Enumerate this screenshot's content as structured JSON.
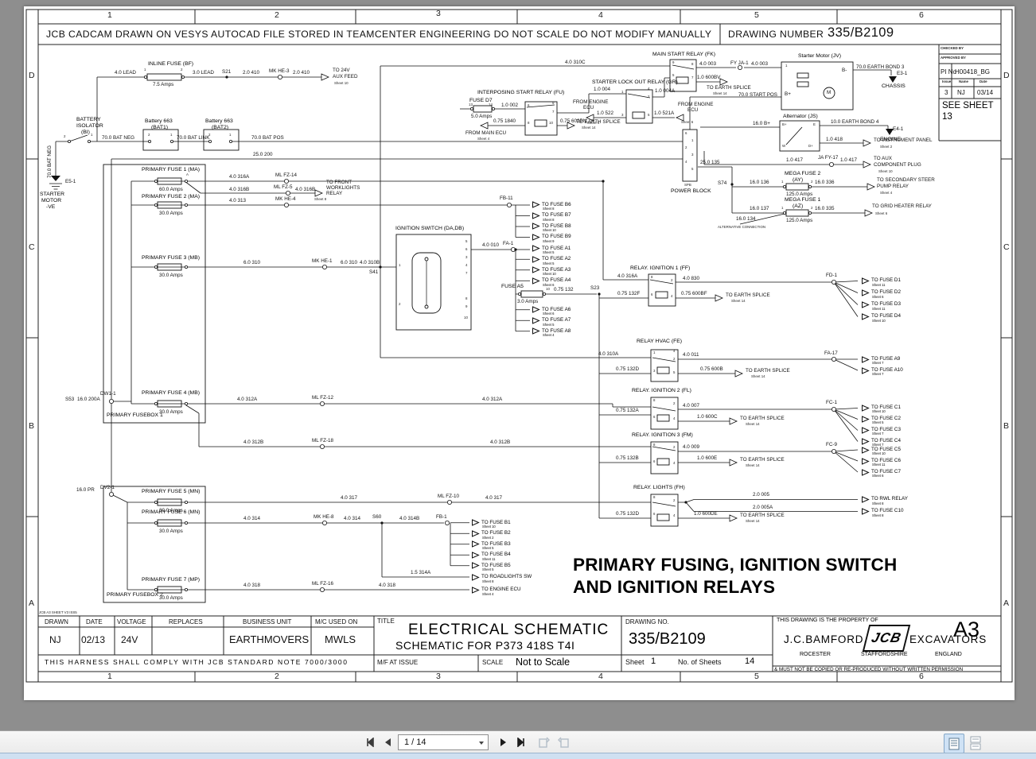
{
  "viewer": {
    "page_indicator": "1 / 14",
    "icons": {
      "first_page": "first-page-icon",
      "prev_page": "previous-page-icon",
      "next_page": "next-page-icon",
      "last_page": "last-page-icon",
      "rotate_left": "rotate-counterclockwise-icon",
      "rotate_right": "rotate-clockwise-icon",
      "single_page_view": "single-page-view-icon",
      "two_page_view": "two-page-view-icon",
      "dropdown": "page-dropdown-caret-icon"
    }
  },
  "frame": {
    "cols": [
      "1",
      "2",
      "3",
      "4",
      "5",
      "6"
    ],
    "rows": [
      "D",
      "C",
      "B",
      "A"
    ],
    "top_note": "JCB CADCAM DRAWN ON VESYS   AUTOCAD FILE STORED IN TEAMCENTER ENGINEERING DO NOT SCALE   DO NOT MODIFY MANUALLY",
    "drawing_number_label": "DRAWING NUMBER",
    "drawing_number": "335/B2109",
    "corner": {
      "checked": "CHECKED BY",
      "approved": "APPROVED BY",
      "pi_label": "PI No",
      "pi": "H00418_BG",
      "issue_label": "Issue",
      "name_label": "Name",
      "date_label": "Date",
      "issue": "3",
      "name": "NJ",
      "date": "03/14",
      "see_sheet": "SEE SHEET",
      "see_sheet_no": "13"
    }
  },
  "tblock": {
    "note": "JCB A3 SHEET V3 ISS5",
    "drawn_label": "DRAWN",
    "drawn": "NJ",
    "date_label": "DATE",
    "date": "02/13",
    "voltage_label": "VOLTAGE",
    "voltage": "24V",
    "replaces_label": "REPLACES",
    "bu_label": "BUSINESS UNIT",
    "bu": "EARTHMOVERS",
    "mc_label": "M/C USED ON",
    "mc": "MWLS",
    "title_label": "TITLE",
    "title1": "ELECTRICAL SCHEMATIC",
    "title2": "SCHEMATIC FOR P373 418S T4I",
    "dno_label": "DRAWING NO.",
    "dno": "335/B2109",
    "mf_label": "M/F AT ISSUE",
    "scale_label": "SCALE",
    "scale": "Not to Scale",
    "sheet_label": "Sheet",
    "sheet": "1",
    "nos_label": "No. of Sheets",
    "nos": "14",
    "comply": "THIS HARNESS SHALL COMPLY WITH JCB STANDARD NOTE 7000/3000",
    "property": "THIS DRAWING IS THE PROPERTY OF",
    "company": "J.C.BAMFORD.",
    "logo": "JCB",
    "company2": "EXCAVATORS",
    "size": "A3",
    "addr1": "ROCESTER",
    "addr2": "STAFFORDSHIRE",
    "addr3": "ENGLAND",
    "copyright": "& MUST NOT BE COPIED OR RE-PRODUCED WITHOUT WRITTEN PERMISSION"
  },
  "sch": {
    "title1": "PRIMARY FUSING, IGNITION SWITCH",
    "title2": "AND IGNITION RELAYS",
    "earth": {
      "to": "TO EARTH SPLICE",
      "sheet": "Sheet 14"
    },
    "aux": {
      "fuse_label": "INLINE FUSE (BF)",
      "amps": "7.5 Amps",
      "w1": "4.0 LEAD",
      "p1": "1",
      "p2": "2",
      "w2": "3.0 LEAD",
      "s21": "S21",
      "w3": "2.0 410",
      "mk": "MK HE-3",
      "w4": "2.0 410",
      "to1": "TO 24V",
      "to2": "AUX FEED",
      "sheet": "Sheet 10"
    },
    "bat": {
      "iso1": "BATTERY",
      "iso2": "ISOLATOR",
      "iso3": "(BI)",
      "p2": "2",
      "p1": "1",
      "b1a": "Battery 663",
      "b1b": "(BAT1)",
      "b2a": "Battery 663",
      "b2b": "(BAT2)",
      "neg": "70.0 BAT NEG",
      "link": "70.0 BAT LINK",
      "pos": "70.0 BAT POS",
      "w200": "25.0 200",
      "negv": "70.0 BAT NEG",
      "e5": "E5-1",
      "sm1": "STARTER",
      "sm2": "MOTOR",
      "sm3": "-VE"
    },
    "fu": {
      "label": "INTERPOSING START RELAY (FU)",
      "fuse": "FUSE D7",
      "p13": "13",
      "p14": "14",
      "amps": "5.0 Amps",
      "w1": "1.0 002",
      "w2": "0.75 1840",
      "from": "FROM MAIN ECU",
      "sheet": "Sheet 4",
      "w3": "0.75 602PN",
      "pins": [
        "6",
        "9",
        "7",
        "8",
        "10"
      ]
    },
    "gr": {
      "label": "STARTER LOCK OUT RELAY (GR)",
      "w1": "1.0 004",
      "w2": "1.0 004A",
      "from1": "FROM ENGINE",
      "ecu": "ECU",
      "w3": "1.0 522",
      "sheet4": "Sheet 4",
      "w4": "1.0 521A",
      "from2": "FROM ENGINE",
      "ecu2": "ECU",
      "sheet6": "Sheet 6",
      "pins": [
        "1",
        "4",
        "2",
        "3",
        "5"
      ]
    },
    "fk": {
      "label": "MAIN START RELAY (FK)",
      "w310c": "4.0 310C",
      "w1": "4.0 003",
      "fy": "FY JA-1",
      "w2": "4.0 003",
      "w3": "1.0 600BV",
      "pins": [
        "9",
        "8",
        "5",
        "7"
      ]
    },
    "jv": {
      "label": "Starter Motor (JV)",
      "p1": "1",
      "bm": "B-",
      "bp": "B+",
      "m": "M",
      "bond": "70.0 EARTH BOND 3",
      "e3": "E3-1",
      "chassis": "CHASSIS",
      "startpos": "70.0 START POS"
    },
    "js": {
      "label": "Alternator (JS)",
      "bp": "B+",
      "e": "E",
      "w": "W",
      "dp": "D+",
      "w1": "16.0 B+",
      "bond": "10.0 EARTH BOND 4",
      "e4": "E4-1",
      "engine": "ENGINE",
      "w2": "1.0 418",
      "to": "TO INSTRUMENT PANEL",
      "sheet": "Sheet 2"
    },
    "plug": {
      "w1": "1.0 417",
      "ja": "JA FY-17",
      "w2": "1.0 417",
      "to1": "TO AUX",
      "to2": "COMPONENT PLUG",
      "sheet": "Sheet 10"
    },
    "pb": {
      "spb": "SPB",
      "label": "POWER BLOCK",
      "w135": "25.0 135",
      "s74": "S74",
      "pins": [
        "6",
        "1",
        "2",
        "3",
        "4",
        "5"
      ]
    },
    "mega2": {
      "l1": "MEGA FUSE 2",
      "l2": "(AY)",
      "p1": "1",
      "p2": "2",
      "amps": "125.0 Amps",
      "w1": "16.0 136",
      "w2": "16.0 336",
      "to1": "TO SECONDARY STEER",
      "to2": "PUMP RELAY",
      "sheet": "Sheet 4"
    },
    "mega1": {
      "l1": "MEGA FUSE 1",
      "l2": "(AZ)",
      "p1": "1",
      "p2": "2",
      "amps": "125.0 Amps",
      "w1": "16.0 137",
      "w2": "16.0 335",
      "to1": "TO GRID HEATER RELAY",
      "sheet": "Sheet 6",
      "alt_w": "16.0 134",
      "alt": "ALTERNATIVE CONNECTION"
    },
    "fb1": {
      "label": "PRIMARY FUSEBOX 1",
      "s53": "S53",
      "w200a": "16.0 200A",
      "dw": "DW1-1",
      "f1": {
        "label": "PRIMARY FUSE 1 (MA)",
        "amps": "60.0 Amps",
        "pa": "A",
        "w1": "4.0 316A",
        "ml": "ML FZ-14",
        "w2": "4.0 316B",
        "ml2": "ML FZ-5",
        "w3": "4.0 316B",
        "to1": "TO FRONT",
        "to2": "WORKLIGHTS",
        "to3": "RELAY",
        "sheet": "Sheet 8"
      },
      "f2": {
        "label": "PRIMARY FUSE 2 (MA)",
        "amps": "30.0 Amps",
        "w1": "4.0 313",
        "mk": "MK HE-4"
      },
      "f3": {
        "label": "PRIMARY FUSE 3 (MB)",
        "amps": "30.0 Amps",
        "w1": "6.0 310",
        "mk": "MK HE-1",
        "w2": "6.0 310",
        "w3": "4.0 310B",
        "s41": "S41"
      },
      "f4": {
        "label": "PRIMARY FUSE 4 (MB)",
        "amps": "30.0 Amps",
        "w1": "4.0 312A",
        "ml": "ML FZ-12",
        "w2": "4.0 312A",
        "w3": "4.0 312B",
        "ml2": "ML FZ-18",
        "w4": "4.0 312B"
      }
    },
    "ign": {
      "label": "IGNITION SWITCH (DA,DB)",
      "p1": "1",
      "p2": "2",
      "pr": [
        "5",
        "6",
        "3",
        "4",
        "7"
      ],
      "pb2": [
        "8",
        "9",
        "10"
      ],
      "w1": "4.0 010",
      "fa1": "FA-1"
    },
    "fa5": {
      "label": "FUSE A5",
      "p10": "10",
      "amps": "3.0 Amps",
      "w1": "0.75 132",
      "s23": "S23"
    },
    "fb11": {
      "label": "FB-11",
      "items": [
        {
          "to": "TO FUSE B6",
          "sheet": "Sheet 8"
        },
        {
          "to": "TO FUSE B7",
          "sheet": "Sheet 8"
        },
        {
          "to": "TO FUSE B8",
          "sheet": "Sheet 10"
        },
        {
          "to": "TO FUSE B9",
          "sheet": "Sheet 9"
        }
      ]
    },
    "fa1a": {
      "items": [
        {
          "to": "TO FUSE A1",
          "sheet": "Sheet 5"
        },
        {
          "to": "TO FUSE A2",
          "sheet": "Sheet 5"
        },
        {
          "to": "TO FUSE A3",
          "sheet": "Sheet 10"
        },
        {
          "to": "TO FUSE A4",
          "sheet": "Sheet 6"
        }
      ]
    },
    "fa1b": {
      "items": [
        {
          "to": "TO FUSE A6",
          "sheet": "Sheet 6"
        },
        {
          "to": "TO FUSE A7",
          "sheet": "Sheet 5"
        },
        {
          "to": "TO FUSE A8",
          "sheet": "Sheet 4"
        }
      ]
    },
    "ff": {
      "label": "RELAY. IGNITION 1 (FF)",
      "w_in": "4.0 316A",
      "w_coil": "0.75 132F",
      "w_out": "4.0 830",
      "w_e": "0.75 600BF",
      "splice": "FD-1",
      "pins": [
        "8",
        "2",
        "6",
        "4"
      ],
      "items": [
        {
          "to": "TO FUSE D1",
          "sheet": "Sheet 11"
        },
        {
          "to": "TO FUSE D2",
          "sheet": "Sheet 6"
        },
        {
          "to": "TO FUSE D3",
          "sheet": "Sheet 11"
        },
        {
          "to": "TO FUSE D4",
          "sheet": "Sheet 10"
        }
      ]
    },
    "fe": {
      "label": "RELAY HVAC (FE)",
      "w_in": "4.0 310A",
      "w_coil": "0.75 132D",
      "w_out": "4.0 011",
      "w_e": "0.75 600B",
      "splice": "FA-17",
      "pins": [
        "1",
        "4",
        "2",
        "3",
        "5"
      ],
      "items": [
        {
          "to": "TO FUSE A9",
          "sheet": "Sheet 7"
        },
        {
          "to": "TO FUSE A10",
          "sheet": "Sheet 7"
        }
      ]
    },
    "fl": {
      "label": "RELAY. IGNITION 2 (FL)",
      "w_coil": "0.75 132A",
      "w_out": "4.0 007",
      "w_e": "1.0 600C",
      "splice": "FC-1",
      "pins": [
        "8",
        "2",
        "6",
        "4"
      ],
      "items": [
        {
          "to": "TO FUSE C1",
          "sheet": "Sheet 10"
        },
        {
          "to": "TO FUSE C2",
          "sheet": "Sheet 5"
        },
        {
          "to": "TO FUSE C3",
          "sheet": "Sheet 7"
        },
        {
          "to": "TO FUSE C4",
          "sheet": "Sheet 7"
        }
      ]
    },
    "fm": {
      "label": "RELAY. IGNITION 3 (FM)",
      "w_coil": "0.75 132B",
      "w_out": "4.0 009",
      "w_e": "1.0 600E",
      "splice": "FC-9",
      "pins": [
        "8",
        "2",
        "6",
        "4"
      ],
      "items": [
        {
          "to": "TO FUSE C5",
          "sheet": "Sheet 10"
        },
        {
          "to": "TO FUSE C6",
          "sheet": "Sheet 11"
        },
        {
          "to": "TO FUSE C7",
          "sheet": "Sheet 6"
        }
      ]
    },
    "fh": {
      "label": "RELAY. LIGHTS (FH)",
      "w_coil": "0.75 132D",
      "w_out1": "2.0 005",
      "w_out2": "2.0 005A",
      "w_e": "1.0 600DE",
      "pins": [
        "8",
        "2",
        "6",
        "4"
      ],
      "items": [
        {
          "to": "TO RWL RELAY",
          "sheet": "Sheet 8"
        },
        {
          "to": "TO FUSE C10",
          "sheet": "Sheet 8"
        }
      ]
    },
    "fb2": {
      "label": "PRIMARY FUSEBOX 2",
      "pr": "16.0 PR",
      "dv": "DV2-1",
      "f5": {
        "label": "PRIMARY FUSE 5 (MN)",
        "amps": "30.0 Amps",
        "w1": "4.0 317",
        "ml": "ML FZ-10",
        "w2": "4.0 317"
      },
      "f6": {
        "label": "PRIMARY FUSE 6 (MN)",
        "amps": "30.0 Amps",
        "w1": "4.0 314",
        "mk": "MK HE-8",
        "w2": "4.0 314",
        "s60": "S60",
        "w3": "4.0 314B",
        "splice": "FB-1"
      },
      "f7": {
        "label": "PRIMARY FUSE 7 (MP)",
        "amps": "30.0 Amps",
        "w1": "4.0 318",
        "ml": "ML FZ-16",
        "w2": "4.0 318"
      }
    },
    "fb1fan": {
      "items": [
        {
          "to": "TO FUSE B1",
          "sheet": "Sheet 10"
        },
        {
          "to": "TO FUSE B2",
          "sheet": "Sheet 2"
        },
        {
          "to": "TO FUSE B3",
          "sheet": "Sheet 5"
        },
        {
          "to": "TO FUSE B4",
          "sheet": "Sheet 11"
        },
        {
          "to": "TO FUSE B5",
          "sheet": "Sheet 5"
        }
      ]
    },
    "road": {
      "w": "1.5 314A",
      "to": "TO ROADLIGHTS SW",
      "sheet": "Sheet 8"
    },
    "ecu": {
      "to": "TO ENGINE ECU",
      "sheet": "Sheet 4"
    }
  }
}
